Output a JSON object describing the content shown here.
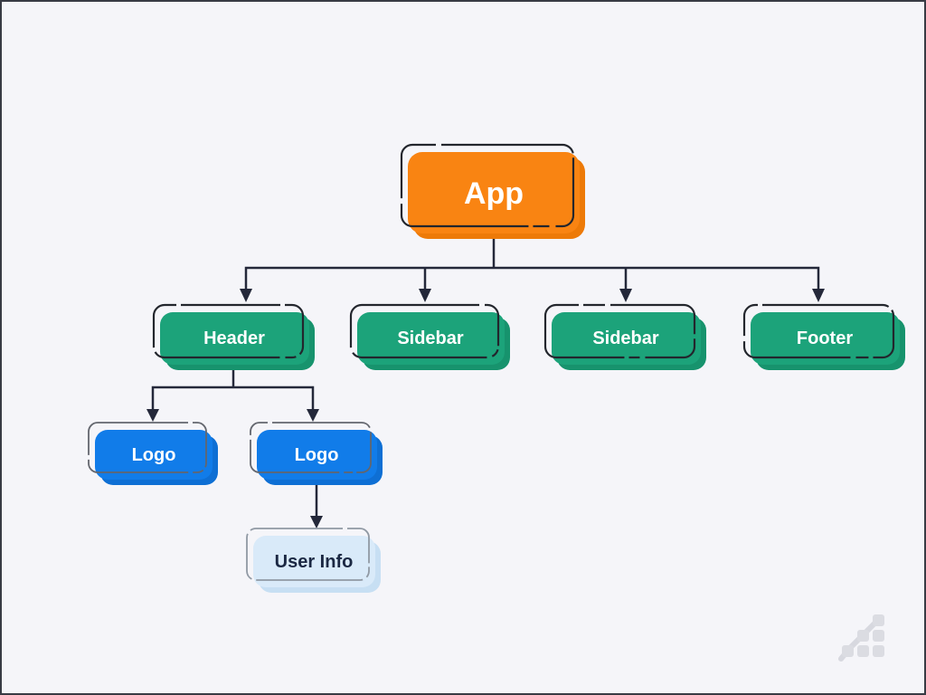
{
  "canvas": {
    "background": "#F5F5F9",
    "border_color": "#383B44"
  },
  "diagram": {
    "type": "flowchart-tree",
    "edge_color": "#24283A",
    "nodes": [
      {
        "id": "app",
        "label": "App",
        "fill": "#F98412",
        "shadow": "#ED7A08",
        "outline": "#23262D",
        "text_color": "#FFFFFF"
      },
      {
        "id": "header",
        "label": "Header",
        "fill": "#1CA37A",
        "shadow": "#17936D",
        "outline": "#23262D",
        "text_color": "#FFFFFF"
      },
      {
        "id": "sidebar1",
        "label": "Sidebar",
        "fill": "#1CA37A",
        "shadow": "#17936D",
        "outline": "#23262D",
        "text_color": "#FFFFFF"
      },
      {
        "id": "sidebar2",
        "label": "Sidebar",
        "fill": "#1CA37A",
        "shadow": "#17936D",
        "outline": "#23262D",
        "text_color": "#FFFFFF"
      },
      {
        "id": "footer",
        "label": "Footer",
        "fill": "#1CA37A",
        "shadow": "#17936D",
        "outline": "#23262D",
        "text_color": "#FFFFFF"
      },
      {
        "id": "logo1",
        "label": "Logo",
        "fill": "#117CE9",
        "shadow": "#0E6FD4",
        "outline": "#63666E",
        "text_color": "#FFFFFF"
      },
      {
        "id": "logo2",
        "label": "Logo",
        "fill": "#117CE9",
        "shadow": "#0E6FD4",
        "outline": "#63666E",
        "text_color": "#FFFFFF"
      },
      {
        "id": "userinfo",
        "label": "User Info",
        "fill": "#D9EAF9",
        "shadow": "#C7DFF3",
        "outline": "#9099A4",
        "text_color": "#1B2843"
      }
    ],
    "edges": [
      {
        "from": "App",
        "to": "Header"
      },
      {
        "from": "App",
        "to": "Sidebar"
      },
      {
        "from": "App",
        "to": "Sidebar"
      },
      {
        "from": "App",
        "to": "Footer"
      },
      {
        "from": "Header",
        "to": "Logo"
      },
      {
        "from": "Header",
        "to": "Logo"
      },
      {
        "from": "Logo",
        "to": "User Info"
      }
    ]
  },
  "watermark": {
    "icon": "stairs-growth-icon",
    "color": "#DBDCE2",
    "line_color": "#D7D8DF"
  }
}
